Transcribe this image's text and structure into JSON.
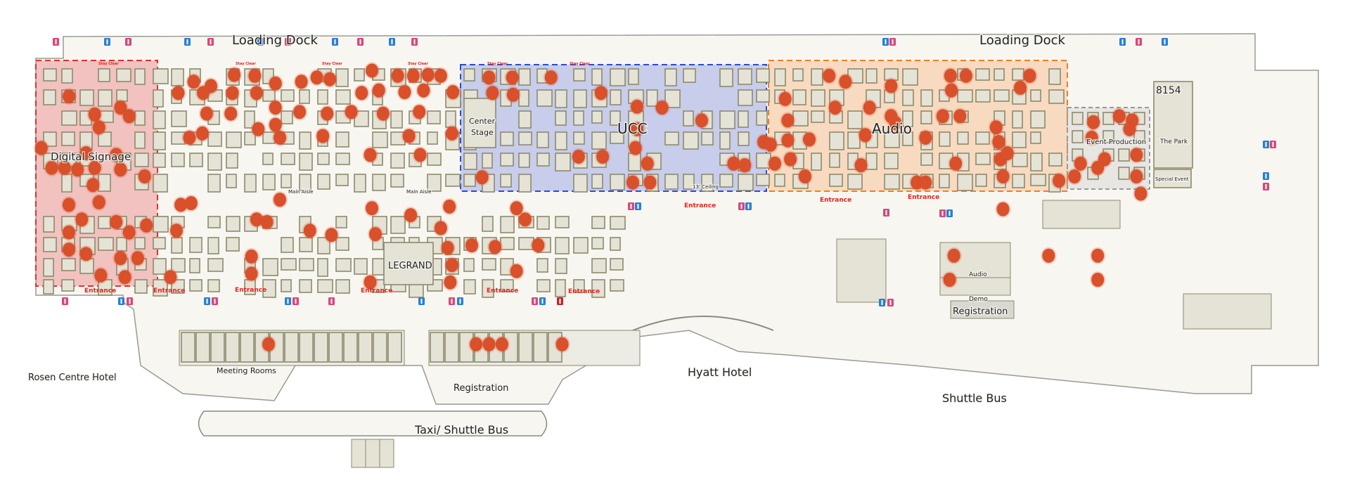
{
  "map": {
    "colors": {
      "marker": "#d9502a",
      "digital_signage_zone": "#e03030",
      "ucc_zone": "#2a4bd8",
      "audio_zone": "#f07f20",
      "event_production_zone": "#9a9a9a",
      "entrance_text": "#e8221c"
    },
    "areas": {
      "loading_dock_left": "Loading Dock",
      "loading_dock_right": "Loading Dock",
      "digital_signage": "Digital Signage",
      "center_stage_line1": "Center",
      "center_stage_line2": "Stage",
      "ucc": "UCC",
      "audio": "Audio",
      "event_production": "Event Production",
      "hall_number": "8154",
      "the_park": "The Park",
      "special_event": "Special Event",
      "main_aisle_1": "Main Aisle",
      "main_aisle_2": "Main Aisle",
      "ceiling": "13' Ceiling",
      "legrand": "LEGRAND",
      "audio_rooms": "Audio",
      "demo": "Demo",
      "registration_east": "Registration",
      "rosen_centre_hotel": "Rosen Centre Hotel",
      "meeting_rooms": "Meeting Rooms",
      "registration_west": "Registration",
      "taxi_shuttle_bus": "Taxi/ Shuttle Bus",
      "hyatt_hotel": "Hyatt Hotel",
      "shuttle_bus": "Shuttle Bus"
    },
    "entrance_label": "Entrance",
    "stay_clear_label": "Stay Clear"
  }
}
